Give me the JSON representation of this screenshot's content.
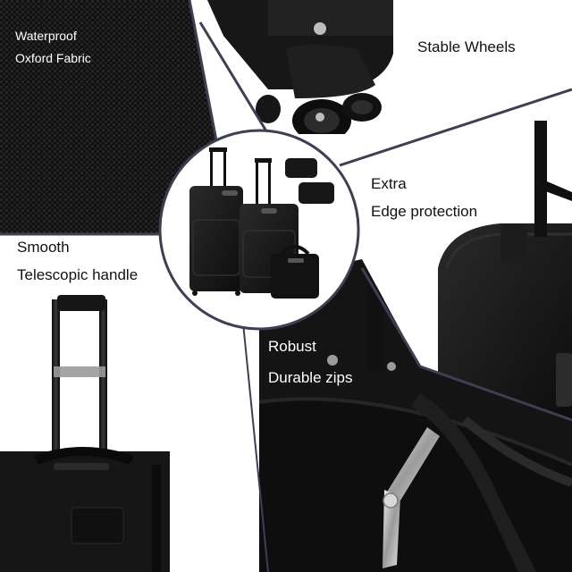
{
  "features": {
    "fabric": {
      "line1": "Waterproof",
      "line2": "Oxford Fabric"
    },
    "wheels": {
      "label": "Stable Wheels"
    },
    "edge": {
      "line1": "Extra",
      "line2": "Edge protection"
    },
    "handle": {
      "line1": "Smooth",
      "line2": "Telescopic handle"
    },
    "zips": {
      "line1": "Robust",
      "line2": "Durable zips"
    }
  },
  "colors": {
    "background": "#ffffff",
    "luggage": "#151515",
    "divider": "#3d3f52",
    "metal": "#bdbdbd"
  },
  "icons": {
    "center": "luggage-set-illustration",
    "wheel": "spinner-wheel-illustration",
    "zip": "zipper-pull-illustration"
  }
}
